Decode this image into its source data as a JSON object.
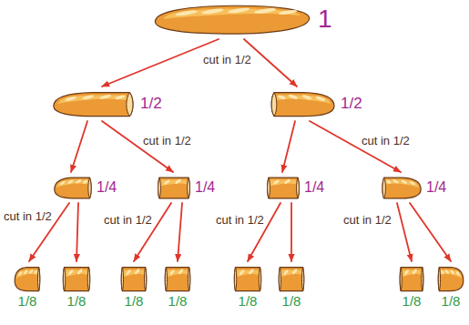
{
  "diagram": {
    "nodes": [
      {
        "text": [
          "1"
        ]
      },
      {
        "text": [
          "1/2"
        ]
      },
      {
        "text": [
          "1/2"
        ]
      },
      {
        "text": [
          "1/4"
        ]
      },
      {
        "text": [
          "1/4"
        ]
      },
      {
        "text": [
          "1/4"
        ]
      },
      {
        "text": [
          "1/4"
        ]
      },
      {
        "text": [
          "1/8"
        ]
      },
      {
        "text": [
          "1/8"
        ]
      },
      {
        "text": [
          "1/8"
        ]
      },
      {
        "text": [
          "1/8"
        ]
      },
      {
        "text": [
          "1/8"
        ]
      },
      {
        "text": [
          "1/8"
        ]
      },
      {
        "text": [
          "1/8"
        ]
      },
      {
        "text": [
          "1/8"
        ]
      }
    ],
    "edges": [
      {
        "from": 0,
        "to": 1,
        "arrow": "to",
        "label": "cut in 1/2"
      },
      {
        "from": 0,
        "to": 2,
        "arrow": "to"
      },
      {
        "from": 1,
        "to": 3,
        "arrow": "to",
        "label": "cut in 1/2"
      },
      {
        "from": 1,
        "to": 4,
        "arrow": "to"
      },
      {
        "from": 2,
        "to": 5,
        "arrow": "to",
        "label": "cut in 1/2"
      },
      {
        "from": 2,
        "to": 6,
        "arrow": "to"
      },
      {
        "from": 3,
        "to": 7,
        "arrow": "to",
        "label": "cut in 1/2"
      },
      {
        "from": 3,
        "to": 8,
        "arrow": "to"
      },
      {
        "from": 4,
        "to": 9,
        "arrow": "to",
        "label": "cut in 1/2"
      },
      {
        "from": 4,
        "to": 10,
        "arrow": "to"
      },
      {
        "from": 5,
        "to": 11,
        "arrow": "to",
        "label": "cut in 1/2"
      },
      {
        "from": 5,
        "to": 12,
        "arrow": "to"
      },
      {
        "from": 6,
        "to": 13,
        "arrow": "to",
        "label": "cut in 1/2"
      },
      {
        "from": 6,
        "to": 14,
        "arrow": "to"
      }
    ]
  }
}
